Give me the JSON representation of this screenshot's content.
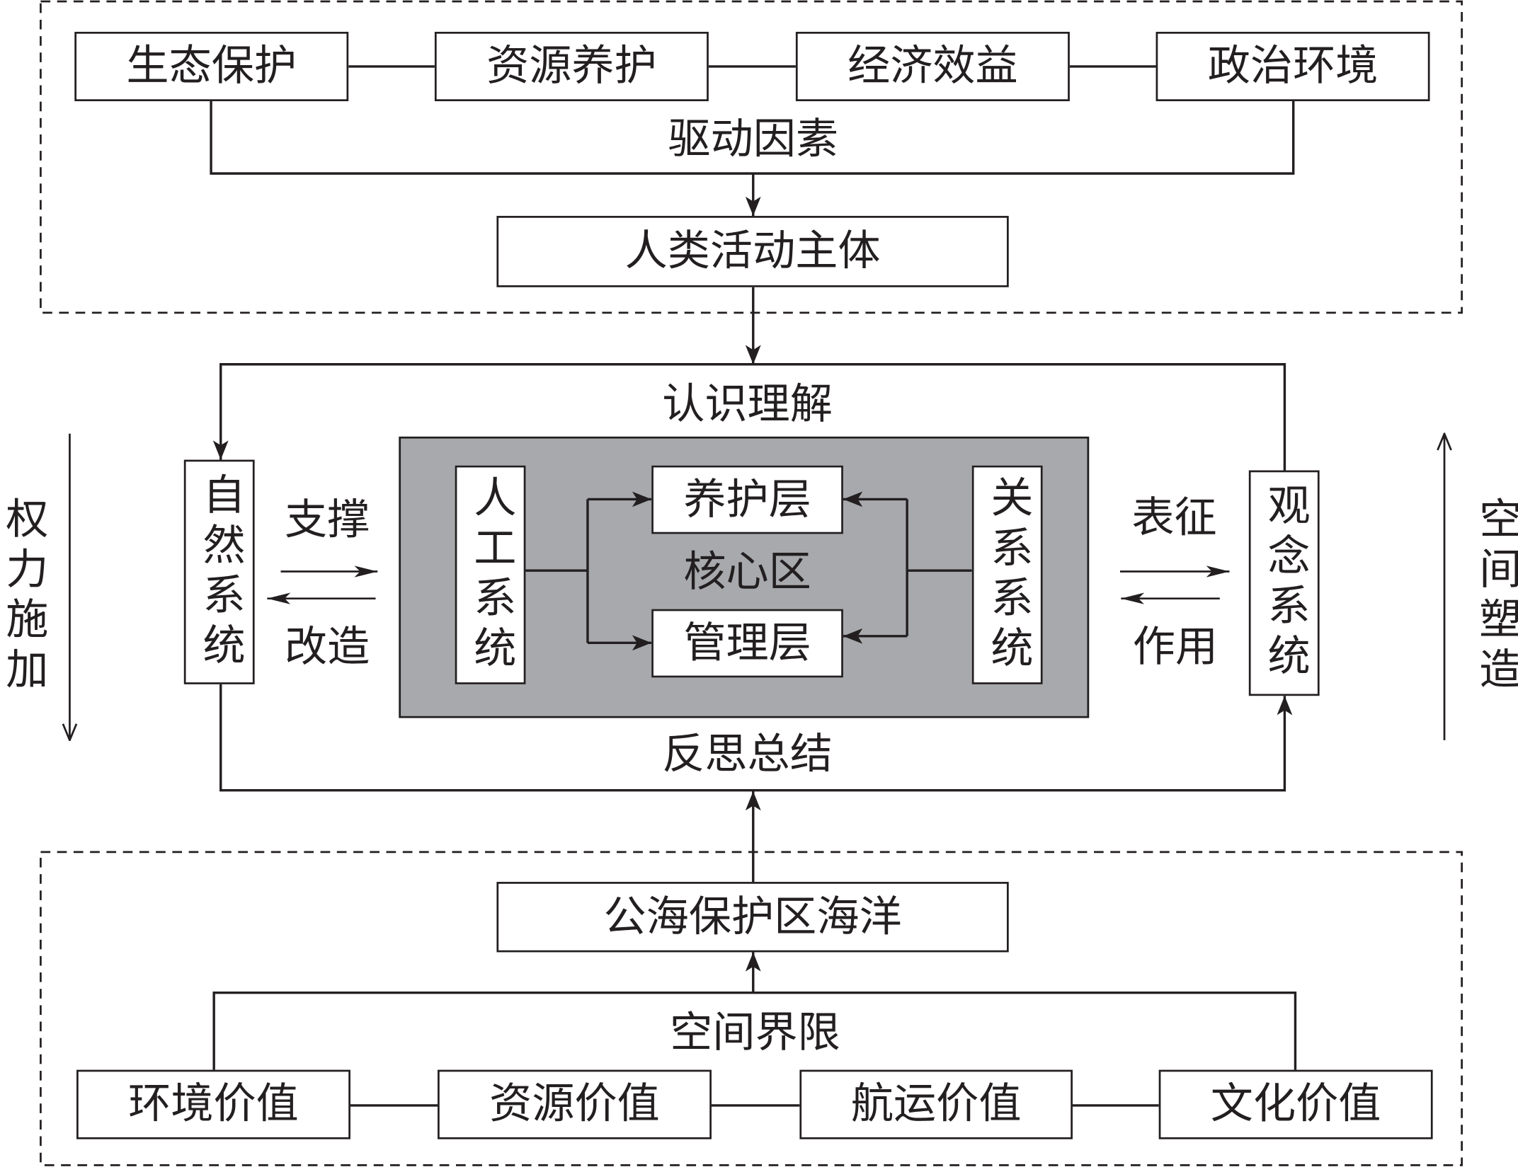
{
  "top_group": {
    "factors": [
      "生态保护",
      "资源养护",
      "经济效益",
      "政治环境"
    ],
    "label": "驱动因素",
    "subject": "人类活动主体"
  },
  "loop": {
    "top_label": "认识理解",
    "bottom_label": "反思总结"
  },
  "left": {
    "system": "自然系统",
    "arrow_right_label": "支撑",
    "arrow_left_label": "改造",
    "side_label": "权力施加"
  },
  "right": {
    "system": "观念系统",
    "arrow_right_label": "表征",
    "arrow_left_label": "作用",
    "side_label": "空间塑造"
  },
  "core": {
    "label": "核心区",
    "left_system": "人工系统",
    "right_system": "关系系统",
    "upper_layer": "养护层",
    "lower_layer": "管理层"
  },
  "bottom_group": {
    "object": "公海保护区海洋",
    "label": "空间界限",
    "values": [
      "环境价值",
      "资源价值",
      "航运价值",
      "文化价值"
    ]
  },
  "colors": {
    "line": "#231f20",
    "core_fill": "#a7a9ac"
  }
}
